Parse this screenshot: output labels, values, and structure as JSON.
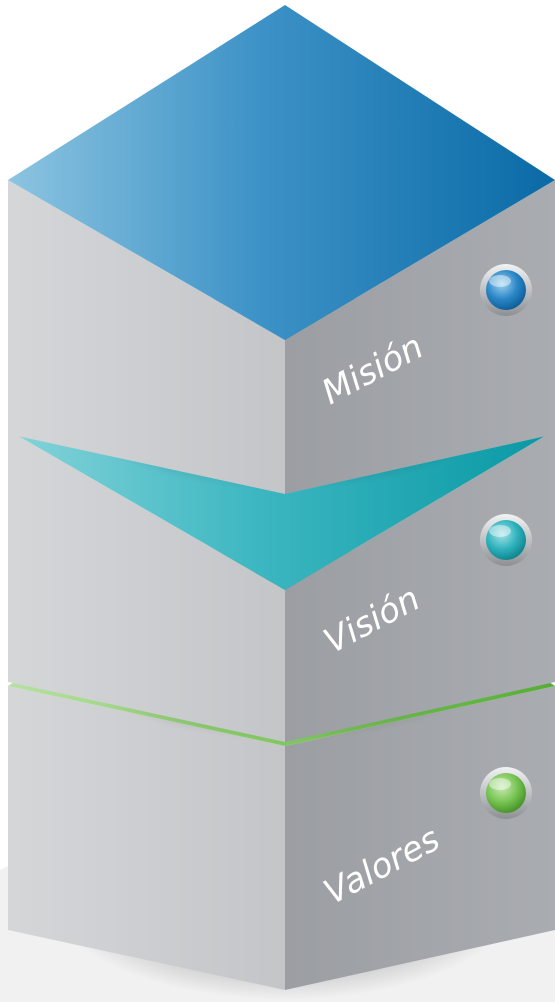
{
  "blocks": [
    {
      "label": "Misión",
      "color": "#1a7ab5",
      "color_light": "#6fb3d8"
    },
    {
      "label": "Visión",
      "color": "#1aa5b0",
      "color_light": "#6ccad3"
    },
    {
      "label": "Valores",
      "color": "#5fb63f",
      "color_light": "#a6d98c"
    }
  ]
}
